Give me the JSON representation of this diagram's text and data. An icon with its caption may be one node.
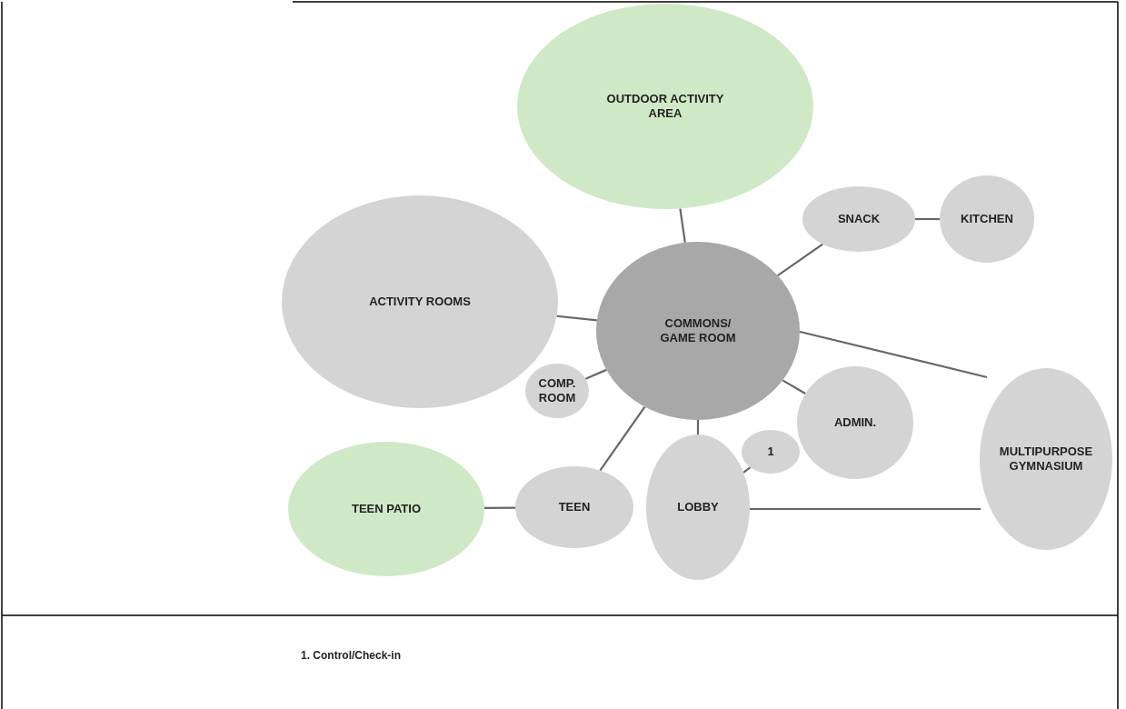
{
  "diagram": {
    "nodes": [
      {
        "text": [
          "OUTDOOR ACTIVITY AREA"
        ]
      },
      {
        "text": [
          "ACTIVITY ROOMS"
        ]
      },
      {
        "text": [
          "SNACK"
        ]
      },
      {
        "text": [
          "KITCHEN"
        ]
      },
      {
        "text": [
          "COMMONS/ GAME ROOM"
        ]
      },
      {
        "text": [
          "COMP. ROOM"
        ]
      },
      {
        "text": [
          "ADMIN."
        ]
      },
      {
        "text": [
          "MULTIPURPOSE GYMNASIUM"
        ]
      },
      {
        "text": [
          "1"
        ]
      },
      {
        "text": [
          "TEEN PATIO"
        ]
      },
      {
        "text": [
          "TEEN"
        ]
      },
      {
        "text": [
          "LOBBY"
        ]
      }
    ],
    "edges": [
      {
        "from": 0,
        "to": 4,
        "arrow": "none"
      },
      {
        "from": 2,
        "to": 3,
        "arrow": "none"
      },
      {
        "from": 2,
        "to": 4,
        "arrow": "none"
      },
      {
        "from": 1,
        "to": 4,
        "arrow": "none"
      },
      {
        "from": 4,
        "to": 7,
        "arrow": "none"
      },
      {
        "from": 4,
        "to": 5,
        "arrow": "none"
      },
      {
        "from": 4,
        "to": 6,
        "arrow": "none"
      },
      {
        "from": 4,
        "to": 10,
        "arrow": "none"
      },
      {
        "from": 4,
        "to": 11,
        "arrow": "none"
      },
      {
        "from": 8,
        "to": 11,
        "arrow": "none"
      },
      {
        "from": 9,
        "to": 10,
        "arrow": "none"
      },
      {
        "from": 11,
        "to": 7,
        "arrow": "none"
      }
    ],
    "labels": [
      "1. Control/Check-in"
    ]
  }
}
